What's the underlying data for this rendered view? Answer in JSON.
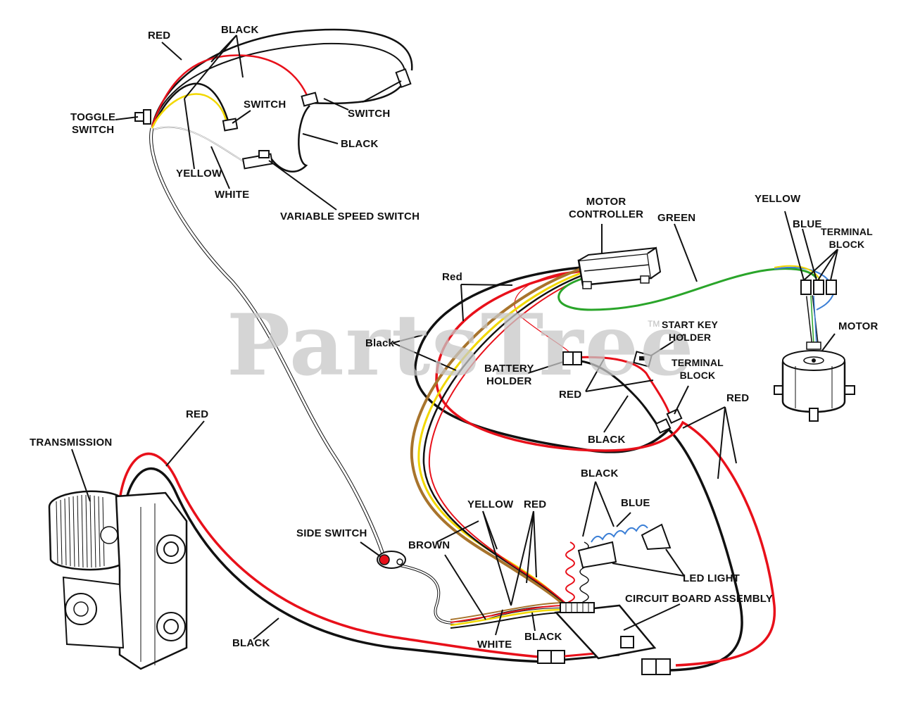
{
  "watermark": {
    "text": "PartsTree",
    "trademark": "TM"
  },
  "labels": {
    "red_top": "RED",
    "black_top": "BLACK",
    "toggle_switch": "TOGGLE\nSWITCH",
    "switch_mid": "SWITCH",
    "switch_right": "SWITCH",
    "black_mid": "BLACK",
    "yellow_top": "YELLOW",
    "white_top": "WHITE",
    "variable_speed_switch": "VARIABLE SPEED SWITCH",
    "motor_controller": "MOTOR\nCONTROLLER",
    "green": "GREEN",
    "yellow_right": "YELLOW",
    "blue_right": "BLUE",
    "terminal_block_right": "TERMINAL\nBLOCK",
    "motor": "MOTOR",
    "red_mixed": "Red",
    "black_mixed": "Black",
    "start_key_holder": "START KEY\nHOLDER",
    "battery_holder": "BATTERY\nHOLDER",
    "red_mid": "RED",
    "terminal_block_mid": "TERMINAL\nBLOCK",
    "red_right": "RED",
    "black_center": "BLACK",
    "transmission": "TRANSMISSION",
    "red_left": "RED",
    "black_led": "BLACK",
    "blue_led": "BLUE",
    "yellow_bottom": "YELLOW",
    "red_bottom": "RED",
    "side_switch": "SIDE SWITCH",
    "brown": "BROWN",
    "led_light": "LED LIGHT",
    "circuit_board_assembly": "CIRCUIT BOARD ASSEMBLY",
    "white_bottom": "WHITE",
    "black_bottom": "BLACK",
    "black_left": "BLACK"
  },
  "colors": {
    "red_wire": "#e8101a",
    "black_wire": "#111111",
    "yellow_wire": "#f2d800",
    "white_wire": "#ffffff",
    "green_wire": "#2aa52a",
    "blue_wire": "#3b7fd6",
    "brown_wire": "#a8742c",
    "watermark": "#c8c8c8"
  }
}
